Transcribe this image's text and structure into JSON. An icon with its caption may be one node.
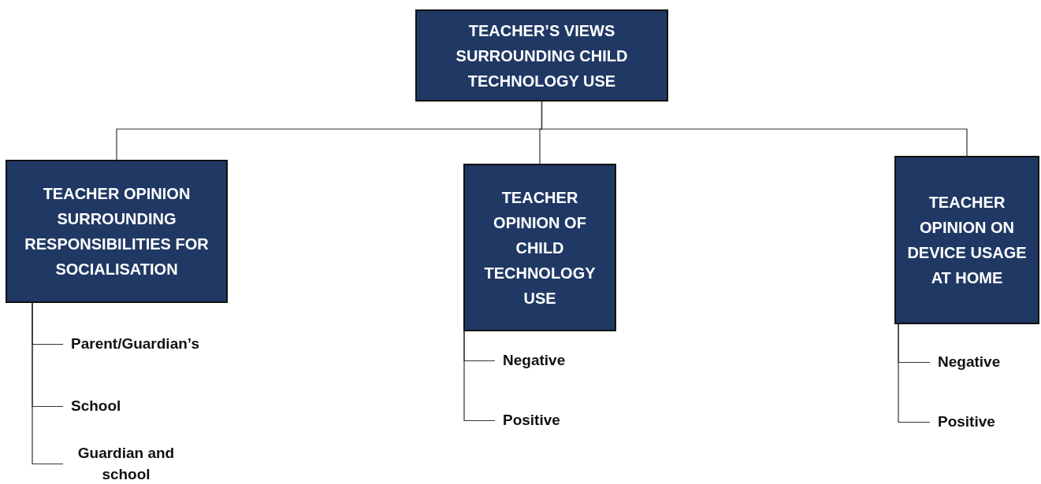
{
  "diagram": {
    "nodes": [
      {
        "text": [
          "TEACHER’S VIEWS SURROUNDING CHILD TECHNOLOGY USE"
        ]
      },
      {
        "text": [
          "TEACHER OPINION SURROUNDING RESPONSIBILITIES FOR SOCIALISATION"
        ]
      },
      {
        "text": [
          "TEACHER OPINION OF CHILD TECHNOLOGY USE"
        ]
      },
      {
        "text": [
          "TEACHER OPINION ON DEVICE USAGE AT HOME"
        ]
      },
      {
        "text": [
          "Parent/Guardian’s"
        ]
      },
      {
        "text": [
          "School"
        ]
      },
      {
        "text": [
          "Guardian and school"
        ]
      },
      {
        "text": [
          "Negative"
        ]
      },
      {
        "text": [
          "Positive"
        ]
      },
      {
        "text": [
          "Negative"
        ]
      },
      {
        "text": [
          "Positive"
        ]
      }
    ],
    "edges": [
      {
        "from": 0,
        "to": 1,
        "arrow": "none"
      },
      {
        "from": 0,
        "to": 2,
        "arrow": "none"
      },
      {
        "from": 0,
        "to": 3,
        "arrow": "none"
      },
      {
        "from": 1,
        "to": 4,
        "arrow": "none"
      },
      {
        "from": 1,
        "to": 5,
        "arrow": "none"
      },
      {
        "from": 1,
        "to": 6,
        "arrow": "none"
      },
      {
        "from": 2,
        "to": 7,
        "arrow": "none"
      },
      {
        "from": 2,
        "to": 8,
        "arrow": "none"
      },
      {
        "from": 3,
        "to": 9,
        "arrow": "none"
      },
      {
        "from": 3,
        "to": 10,
        "arrow": "none"
      }
    ]
  }
}
